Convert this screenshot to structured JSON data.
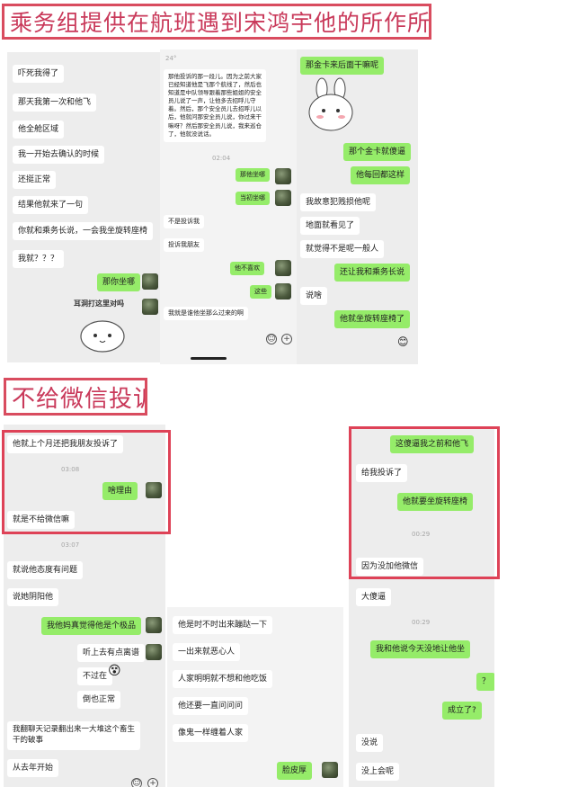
{
  "title_top": "乘务组提供在航班遇到宋鸿宇他的所作所为",
  "title_bottom": "不给微信投诉",
  "s1": {
    "m1": "吓死我得了",
    "m2": "那天我第一次和他飞",
    "m3": "他全舱区域",
    "m4": "我一开始去确认的时候",
    "m5": "还挺正常",
    "m6": "结果他就来了一句",
    "m7": "你就和乘务长说，一会我坐旋转座椅",
    "m8": "我就？？？",
    "m9": "那你坐哪",
    "sticker_text": "耳洞打这里对吗"
  },
  "s2": {
    "time_top": "24°",
    "long_msg": "那他投诉的那一段儿。因为之前大家已经知道他是飞那个航线了，然后也知道是中队领导跟着那些姐姐的安全员儿说了一声，让他多去招呼儿守着。然后，那个安全员儿去招呼儿以后，他就问那安全员儿说，你过来干嘛呀？然后那安全员儿说，我来巡仓了，他就没说话。",
    "time_mid": "02:04",
    "g1": "那他坐哪",
    "g2": "当初坐哪",
    "w1": "不是投诉我",
    "w2": "投诉我朋友",
    "g3": "他不喜欢",
    "g4": "这些",
    "w3": "我就是谁他坐那么过来的啊"
  },
  "s3": {
    "g_top": "那金卡来后面干嘛呢",
    "g1": "那个金卡就傻逼",
    "g2": "他每回都这样",
    "w1": "我故意犯贱损他呢",
    "w2": "地面就看见了",
    "w3": "就觉得不是呢一般人",
    "g3": "还让我和乘务长说",
    "w4": "说啥",
    "g4": "他就坐旋转座椅了"
  },
  "s4": {
    "w1": "他就上个月还把我朋友投诉了",
    "time1": "03:08",
    "g1": "啥理由",
    "w2": "就是不给微信嘛",
    "time2": "03:07",
    "w3": "就说他态度有问题",
    "w4": "说她阴阳他",
    "g2": "我他妈真觉得他是个极品",
    "w5": "听上去有点离谱",
    "w6": "不过在",
    "w7": "倒也正常",
    "w8": "我翻聊天记录翻出来一大堆这个畜生干的破事",
    "w9": "从去年开始"
  },
  "s5": {
    "w1": "他是时不时出来蹦跶一下",
    "w2": "一出来就恶心人",
    "w3": "人家明明就不想和他吃饭",
    "w4": "他还要一直问问问",
    "w5": "像鬼一样缠着人家",
    "g1": "脸皮厚"
  },
  "s6": {
    "g1": "这傻逼我之前和他飞",
    "w1": "给我投诉了",
    "g2": "他就要坐旋转座椅",
    "time1": "00:29",
    "w2": "因为没加他微信",
    "w3": "大傻逼",
    "time2": "00:29",
    "g3": "我和他说今天没地让他坐",
    "g4": "？",
    "g5": "成立了?",
    "w4": "没说",
    "w5": "没上会呢"
  }
}
